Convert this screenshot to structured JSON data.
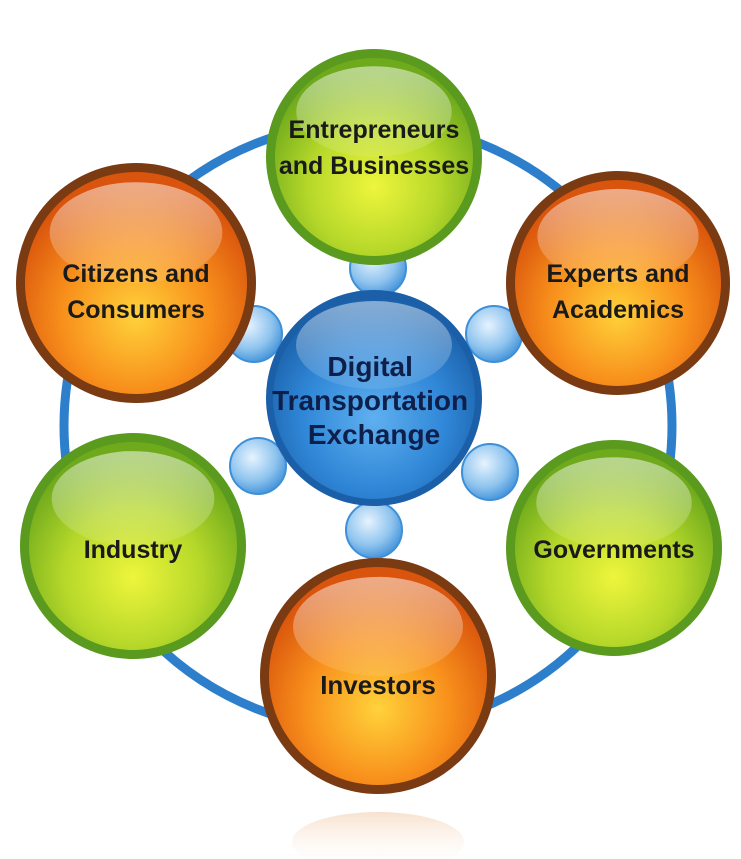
{
  "diagram": {
    "center": {
      "lines": [
        "Digital",
        "Transportation",
        "Exchange"
      ],
      "fill": "#2f86d6",
      "rim": "#1a5fa8",
      "text_color": "#0d1f4a"
    },
    "ring_color": "#2d7fcc",
    "connector_fill": "#8fc4ee",
    "label_color": "#1a1a1a",
    "nodes": [
      {
        "id": "entrepreneurs",
        "lines": [
          "Entrepreneurs",
          "and Businesses"
        ],
        "color": "green"
      },
      {
        "id": "experts",
        "lines": [
          "Experts and",
          "Academics"
        ],
        "color": "orange"
      },
      {
        "id": "governments",
        "lines": [
          "Governments"
        ],
        "color": "green"
      },
      {
        "id": "investors",
        "lines": [
          "Investors"
        ],
        "color": "orange"
      },
      {
        "id": "industry",
        "lines": [
          "Industry"
        ],
        "color": "green"
      },
      {
        "id": "citizens",
        "lines": [
          "Citizens and",
          "Consumers"
        ],
        "color": "orange"
      }
    ],
    "palettes": {
      "green": {
        "rim": "#5a9a1e",
        "inner": "#e8f23a",
        "mid": "#a8d42a",
        "outer": "#6faa1c"
      },
      "orange": {
        "rim": "#7a3a12",
        "inner": "#ffd23a",
        "mid": "#f8901c",
        "outer": "#d9540c"
      }
    }
  }
}
